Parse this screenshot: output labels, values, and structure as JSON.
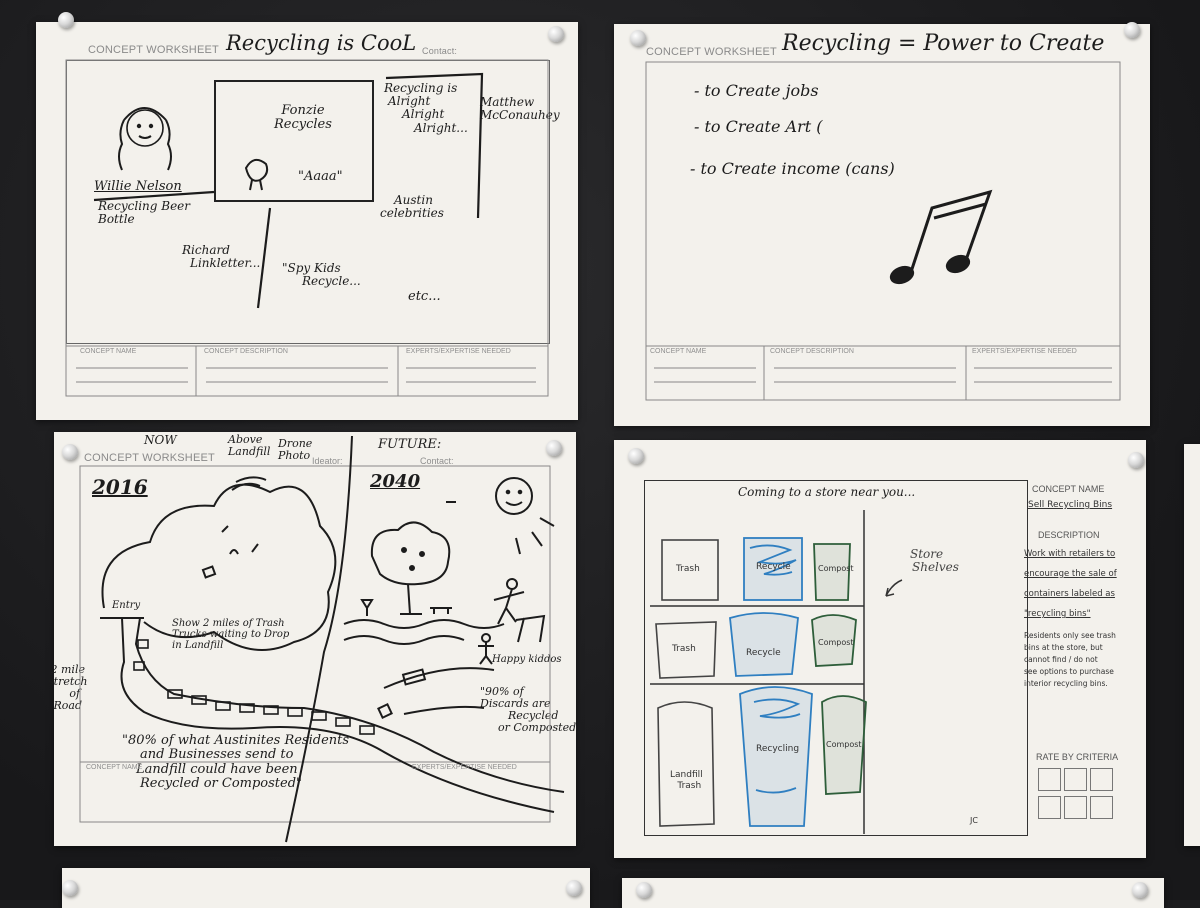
{
  "worksheet_header": "CONCEPT WORKSHEET",
  "form_labels": {
    "ideator": "Ideator:",
    "contact": "Contact:",
    "concept_name": "CONCEPT NAME",
    "concept_description": "CONCEPT DESCRIPTION",
    "experts_needed": "EXPERTS/EXPERTISE NEEDED",
    "description": "DESCRIPTION",
    "rate_by_criteria": "RATE BY CRITERIA"
  },
  "sheet1": {
    "title": "Recycling is CooL",
    "willie_nelson": "Willie Nelson",
    "recycling_beer_bottle": [
      "Recycling Beer",
      "Bottle"
    ],
    "fonzie": [
      "Fonzie",
      "Recycles"
    ],
    "aaaa": "\"Aaaa\"",
    "alright": [
      "Recycling is",
      "Alright",
      "Alright",
      "Alright..."
    ],
    "mcconaughey": [
      "Matthew",
      "McConauhey"
    ],
    "austin_celebrities": [
      "Austin",
      "celebrities"
    ],
    "richard": [
      "Richard",
      "Linkletter..."
    ],
    "spy_kids": [
      "\"Spy Kids",
      "Recycle..."
    ],
    "etc": "etc..."
  },
  "sheet2": {
    "title": "Recycling = Power to Create",
    "bullets": [
      "- to Create jobs",
      "- to Create Art (",
      "- to Create income (cans)"
    ]
  },
  "sheet3": {
    "now": "NOW",
    "above_landfill": [
      "Above",
      "Landfill"
    ],
    "drone_photo": [
      "Drone",
      "Photo"
    ],
    "future": "FUTURE:",
    "year_now": "2016",
    "year_future": "2040",
    "entry": "Entry",
    "show_trucks": [
      "Show 2 miles of Trash",
      "Trucks waiting to Drop",
      "in Landfill"
    ],
    "two_mile": [
      "2 mile",
      "stretch",
      "of",
      "Road"
    ],
    "happy_kiddos": "Happy kiddos",
    "ninety_percent": [
      "\"90% of",
      "Discards are",
      "Recycled",
      "or Composted"
    ],
    "quote": [
      "\"80% of what Austinites Residents",
      "and Businesses send to",
      "Landfill could have been",
      "Recycled or Composted\""
    ]
  },
  "sheet4": {
    "coming_to_store": "Coming to a store near you...",
    "concept_name_value": "Sell Recycling Bins",
    "description_lines": [
      "Work with retailers to",
      "encourage the sale of",
      "containers labeled as",
      "\"recycling bins\""
    ],
    "note_lines": [
      "Residents only see trash",
      "bins at the store, but",
      "cannot find / do not",
      "see options to purchase",
      "interior recycling bins."
    ],
    "store_shelves": [
      "Store",
      "Shelves"
    ],
    "bins": {
      "trash": "Trash",
      "recycle": "Recycle",
      "compost": "Compost",
      "landfill_trash": [
        "Landfill",
        "Trash"
      ],
      "recycling": "Recycling"
    },
    "initials": "JC"
  },
  "colors": {
    "background": "#1d1d1f",
    "paper": "#f3f1ec",
    "ink": "#1c1c1c",
    "blue_marker": "#2f7fc1",
    "green_marker": "#2e5e3a"
  }
}
